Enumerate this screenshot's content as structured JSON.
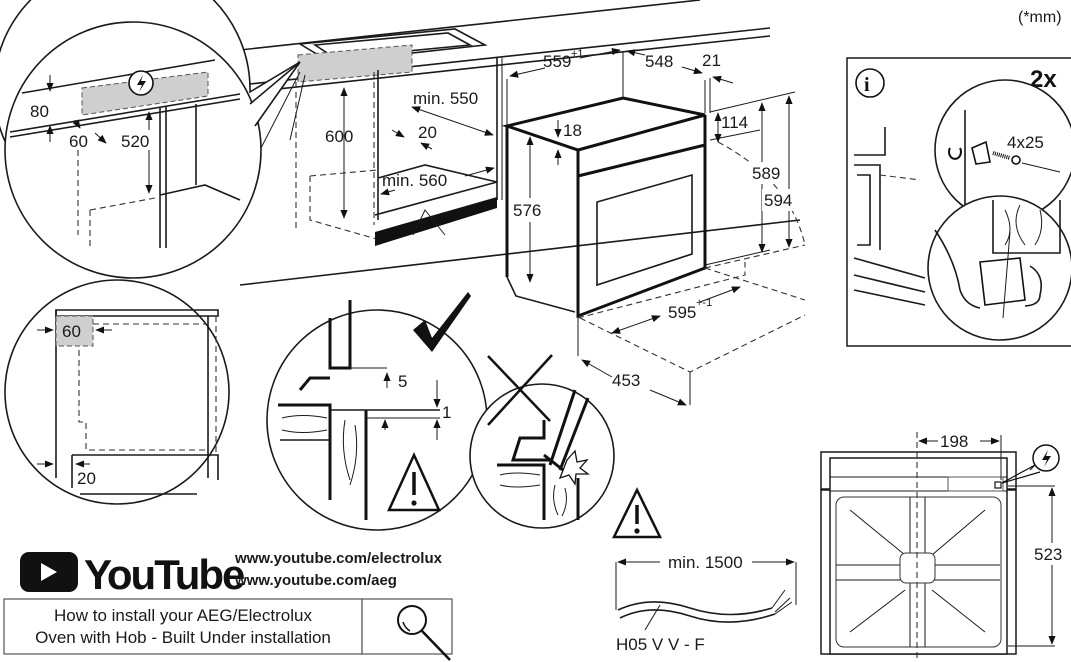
{
  "diagram": {
    "title": "Oven built-under installation with hob",
    "unit_note": "(*mm)",
    "detail_circle_top_left": {
      "dims": [
        "80",
        "60",
        "520"
      ],
      "icon": "electrical-connection-icon"
    },
    "cabinet": {
      "dims": {
        "height": "600",
        "depth_min": "min. 550",
        "gap": "20",
        "width_min": "min. 560"
      }
    },
    "oven": {
      "dims": {
        "width": "559",
        "width_tol": "+1",
        "depth": "548",
        "front_thickness": "21",
        "top_offset": "18",
        "panel_height": "114",
        "side_height": "576",
        "inner_height": "589",
        "total_height": "594",
        "front_width": "595",
        "front_width_tol": "+-1",
        "door_open_depth": "453"
      }
    },
    "fixing_panel": {
      "badge": "2x",
      "info_icon": "i",
      "screw": "4x25"
    },
    "detail_circle_side": {
      "dims": [
        "60",
        "20"
      ]
    },
    "correct_detail": {
      "mark": "check-mark-icon",
      "dims": [
        "5",
        "1"
      ]
    },
    "incorrect_detail": {
      "mark": "cross-mark-icon"
    },
    "cable": {
      "length": "min. 1500",
      "type": "H05 V V - F"
    },
    "front_view": {
      "dims": {
        "horizontal": "198",
        "vertical": "523"
      }
    },
    "video": {
      "brand": "YouTube",
      "urls": [
        "www.youtube.com/electrolux",
        "www.youtube.com/aeg"
      ],
      "search_line1": "How to install your AEG/Electrolux",
      "search_line2": "Oven with Hob - Built Under installation",
      "search_icon": "magnifier-icon"
    }
  }
}
